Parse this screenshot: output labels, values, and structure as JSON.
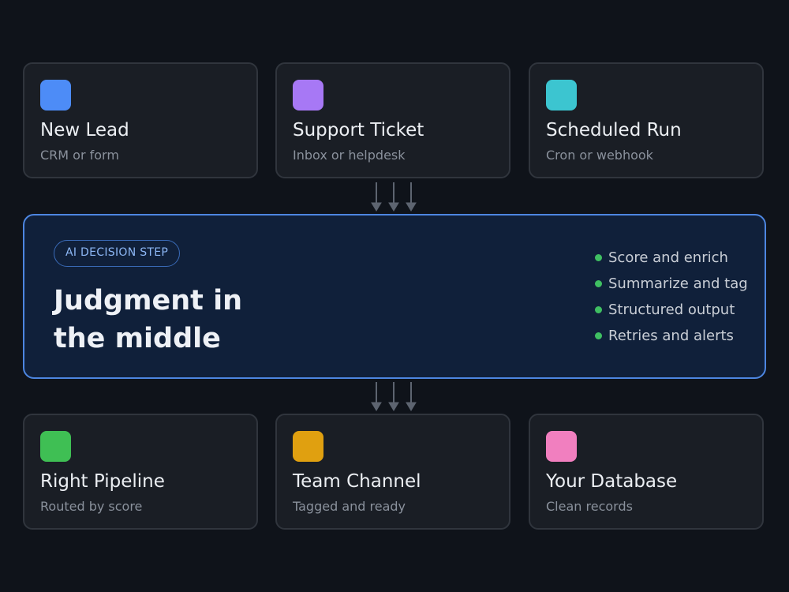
{
  "sources": [
    {
      "title": "New Lead",
      "subtitle": "CRM or form",
      "color": "#4d8cf7",
      "icon": "blue-square-icon"
    },
    {
      "title": "Support Ticket",
      "subtitle": "Inbox or helpdesk",
      "color": "#a778f5",
      "icon": "purple-square-icon"
    },
    {
      "title": "Scheduled Run",
      "subtitle": "Cron or webhook",
      "color": "#3cc5d0",
      "icon": "teal-square-icon"
    }
  ],
  "ai_step": {
    "badge": "AI DECISION STEP",
    "headline": "Judgment in the middle",
    "bullets": [
      "Score and enrich",
      "Summarize and tag",
      "Structured output",
      "Retries and alerts"
    ],
    "accent_color": "#4d86e0",
    "bullet_color": "#3fbf62"
  },
  "destinations": [
    {
      "title": "Right Pipeline",
      "subtitle": "Routed by score",
      "color": "#3fbf54",
      "icon": "green-square-icon"
    },
    {
      "title": "Team Channel",
      "subtitle": "Tagged and ready",
      "color": "#e0a010",
      "icon": "amber-square-icon"
    },
    {
      "title": "Your Database",
      "subtitle": "Clean records",
      "color": "#f17fbf",
      "icon": "pink-square-icon"
    }
  ],
  "arrow_color": "#5d6470"
}
